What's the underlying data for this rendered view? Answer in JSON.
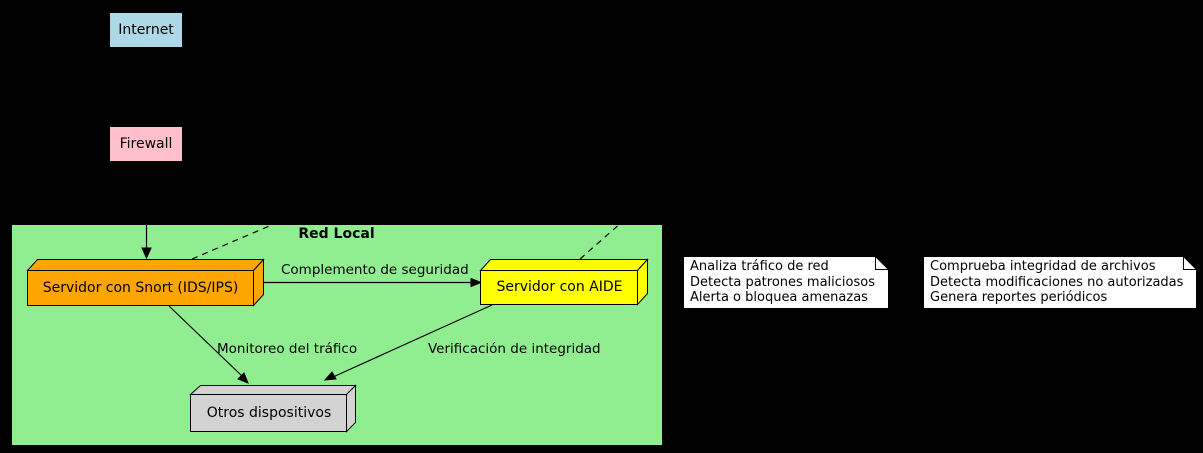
{
  "diagram": {
    "background_color": "#000000",
    "line_color": "#000000",
    "cluster": {
      "title": "Red Local",
      "fill": "#90EE90"
    },
    "nodes": {
      "internet": {
        "label": "Internet",
        "fill": "#ADD8E6",
        "shape": "box"
      },
      "firewall": {
        "label": "Firewall",
        "fill": "#FFC0CB",
        "shape": "box"
      },
      "snort": {
        "label": "Servidor con Snort (IDS/IPS)",
        "fill": "#FFA500",
        "shape": "box3d"
      },
      "aide": {
        "label": "Servidor con AIDE",
        "fill": "#FFFF00",
        "shape": "box3d"
      },
      "otros": {
        "label": "Otros dispositivos",
        "fill": "#D3D3D3",
        "shape": "box3d"
      }
    },
    "edges": [
      {
        "from": "Internet",
        "to": "Firewall",
        "label": "",
        "style": "solid"
      },
      {
        "from": "Firewall",
        "to": "Servidor con Snort (IDS/IPS)",
        "label": "",
        "style": "solid"
      },
      {
        "from": "Servidor con Snort (IDS/IPS)",
        "to": "Servidor con AIDE",
        "label": "Complemento de seguridad",
        "style": "solid"
      },
      {
        "from": "Servidor con Snort (IDS/IPS)",
        "to": "Otros dispositivos",
        "label": "Monitoreo del tráfico",
        "style": "solid"
      },
      {
        "from": "Servidor con AIDE",
        "to": "Otros dispositivos",
        "label": "Verificación de integridad",
        "style": "solid"
      }
    ],
    "notes": [
      {
        "target": "snort",
        "fill": "#FFFFFF",
        "lines": [
          "Analiza tráfico de red",
          "Detecta patrones maliciosos",
          "Alerta o bloquea amenazas"
        ]
      },
      {
        "target": "aide",
        "fill": "#FFFFFF",
        "lines": [
          "Comprueba integridad de archivos",
          "Detecta modificaciones no autorizadas",
          "Genera reportes periódicos"
        ]
      }
    ]
  }
}
